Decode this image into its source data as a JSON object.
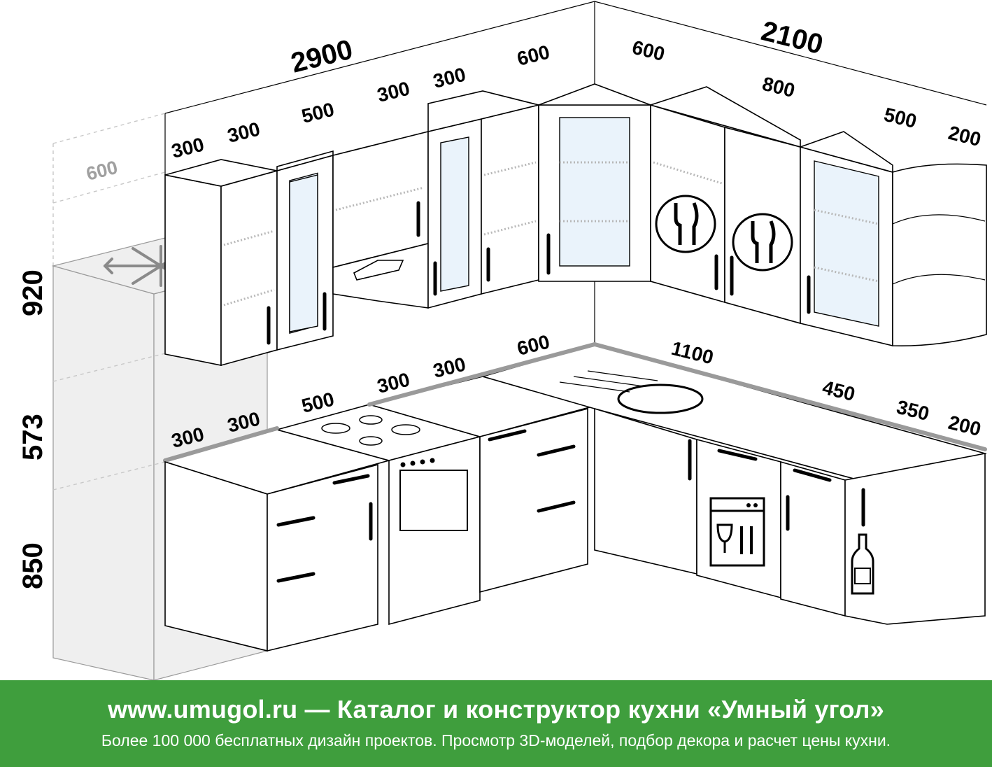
{
  "diagram": {
    "dims": {
      "left_wall_total": "2900",
      "right_wall_total": "2100",
      "fridge_depth": "600",
      "height_upper": "920",
      "height_gap": "573",
      "height_base": "850",
      "upper_left_1": "300",
      "upper_left_2": "300",
      "upper_left_3": "500",
      "upper_left_4": "300",
      "upper_left_5": "300",
      "upper_left_6": "600",
      "upper_right_1": "600",
      "upper_right_2": "800",
      "upper_right_3": "500",
      "upper_right_4": "200",
      "base_left_1": "300",
      "base_left_2": "300",
      "base_left_3": "500",
      "base_left_4": "300",
      "base_left_5": "300",
      "base_left_6": "600",
      "base_right_1": "1100",
      "base_right_2": "450",
      "base_right_3": "350",
      "base_right_4": "200"
    }
  },
  "banner": {
    "title": "www.umugol.ru — Каталог и конструктор кухни «Умный угол»",
    "subtitle": "Более 100 000 бесплатных дизайн проектов. Просмотр 3D-моделей, подбор декора и расчет цены кухни.",
    "color": "#3f9e3d"
  }
}
